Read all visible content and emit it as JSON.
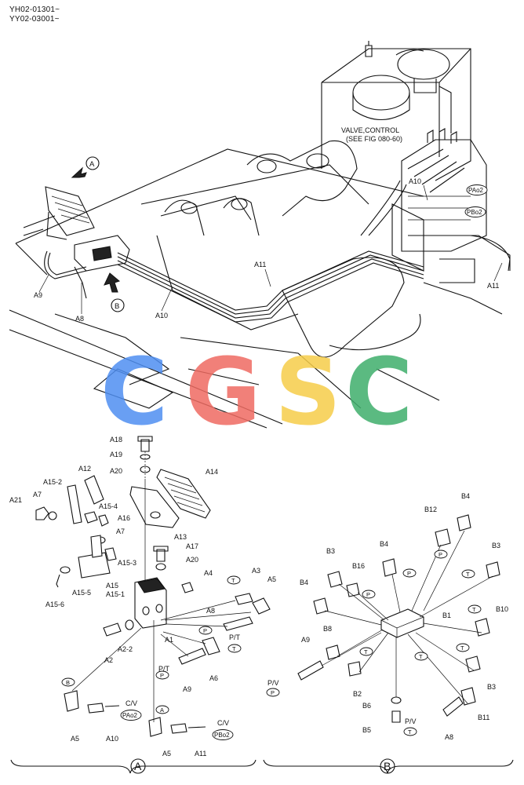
{
  "header": {
    "line1": "YH02-01301~",
    "line2": "YY02-03001~"
  },
  "watermark": {
    "letters": [
      "C",
      "G",
      "S",
      "C"
    ],
    "colors": [
      "#4f8ff2",
      "#ef6b62",
      "#f6cd49",
      "#3fae6c"
    ]
  },
  "valve_note": {
    "line1": "VALVE,CONTROL",
    "line2": "(SEE FIG 080-60)"
  },
  "view_markers": {
    "a": "A",
    "b": "B"
  },
  "top_labels": {
    "a10_left": "A10",
    "a10_right": "A10",
    "a11_mid": "A11",
    "a11_right": "A11",
    "a9": "A9",
    "a8": "A8",
    "pa": "PAo2",
    "pb": "PBo2"
  },
  "section_a": {
    "marker": "A",
    "labels": {
      "a18": "A18",
      "a19": "A19",
      "a20_top": "A20",
      "a14": "A14",
      "a12": "A12",
      "a15_2": "A15-2",
      "a21": "A21",
      "a7_left": "A7",
      "a15_4": "A15-4",
      "a16": "A16",
      "a13": "A13",
      "a7_mid": "A7",
      "a17": "A17",
      "a15_3": "A15-3",
      "a20_mid": "A20",
      "a15": "A15",
      "a15_1": "A15-1",
      "a15_5": "A15-5",
      "a15_6": "A15-6",
      "a4": "A4",
      "a3": "A3",
      "a5_right": "A5",
      "a8": "A8",
      "pt_label": "P/T",
      "a2_2": "A2-2",
      "a1": "A1",
      "a2": "A2",
      "a6": "A6",
      "pt_label2": "P/T",
      "a9": "A9",
      "a5_bl": "A5",
      "a10": "A10",
      "cv1": "C/V",
      "pa": "PAo2",
      "a5_bm": "A5",
      "a11": "A11",
      "cv2": "C/V",
      "pb": "PBo2"
    },
    "ovals": {
      "t1": "T",
      "p1": "P",
      "t2": "T",
      "p2": "P",
      "b": "B",
      "a": "A"
    }
  },
  "section_b": {
    "marker": "B",
    "labels": {
      "b4_top": "B4",
      "b12": "B12",
      "b3_tl": "B3",
      "b4_mid": "B4",
      "b3_tr": "B3",
      "b16": "B16",
      "b4_left": "B4",
      "b10": "B10",
      "b1": "B1",
      "b8": "B8",
      "a9": "A9",
      "b2": "B2",
      "b3_br": "B3",
      "pv": "P/V",
      "b6": "B6",
      "b11": "B11",
      "b5": "B5",
      "pv2": "P/V",
      "a8": "A8"
    },
    "ovals": {
      "p_b12": "P",
      "p1": "P",
      "p2": "P",
      "t1": "T",
      "t2": "T",
      "t3": "T",
      "t4": "T",
      "t5": "T",
      "p3": "P",
      "t6": "T"
    }
  }
}
